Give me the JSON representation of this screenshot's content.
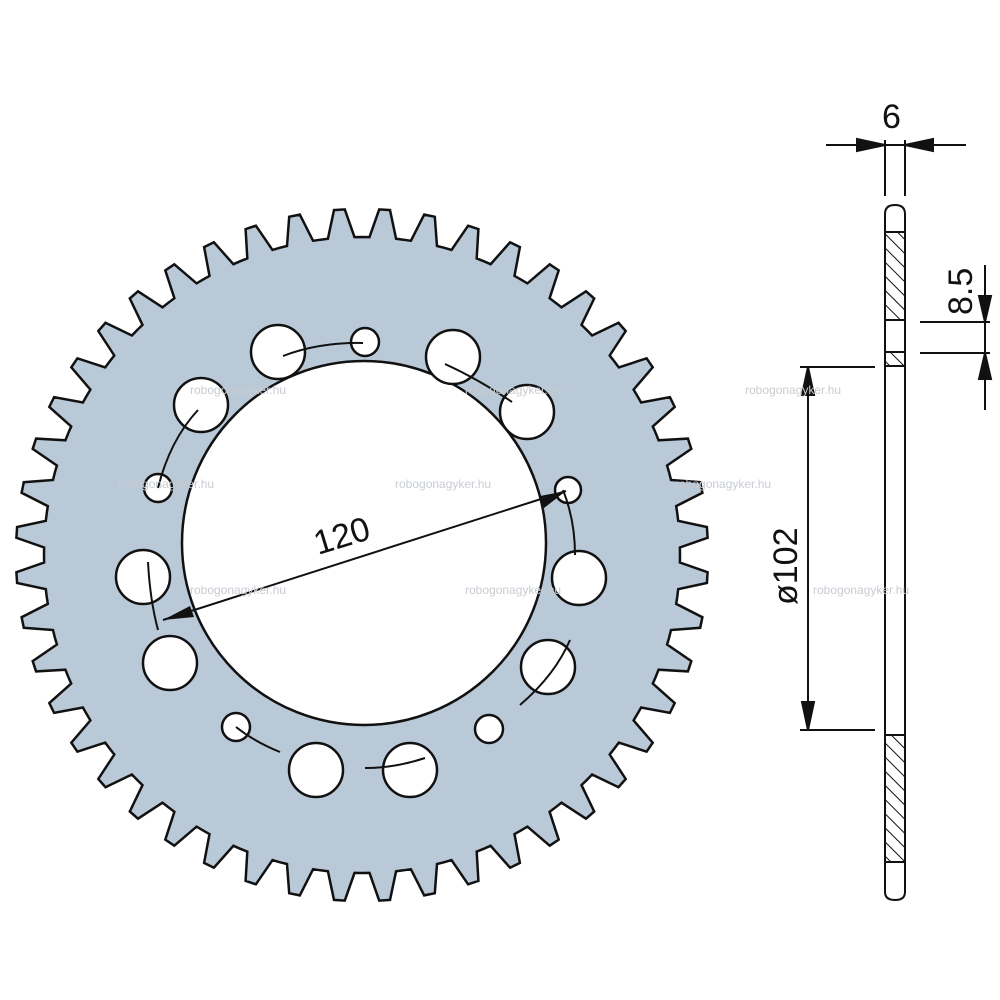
{
  "drawing": {
    "title": "Rear sprocket technical drawing",
    "teeth_count": 48,
    "dimensions": {
      "bolt_circle": "120",
      "center_bore": "ø102",
      "thickness": "6",
      "tooth_thickness": "8.5"
    },
    "watermark": "robogonagyker.hu",
    "colors": {
      "fill": "#b9c9d7",
      "line": "#111111"
    }
  }
}
